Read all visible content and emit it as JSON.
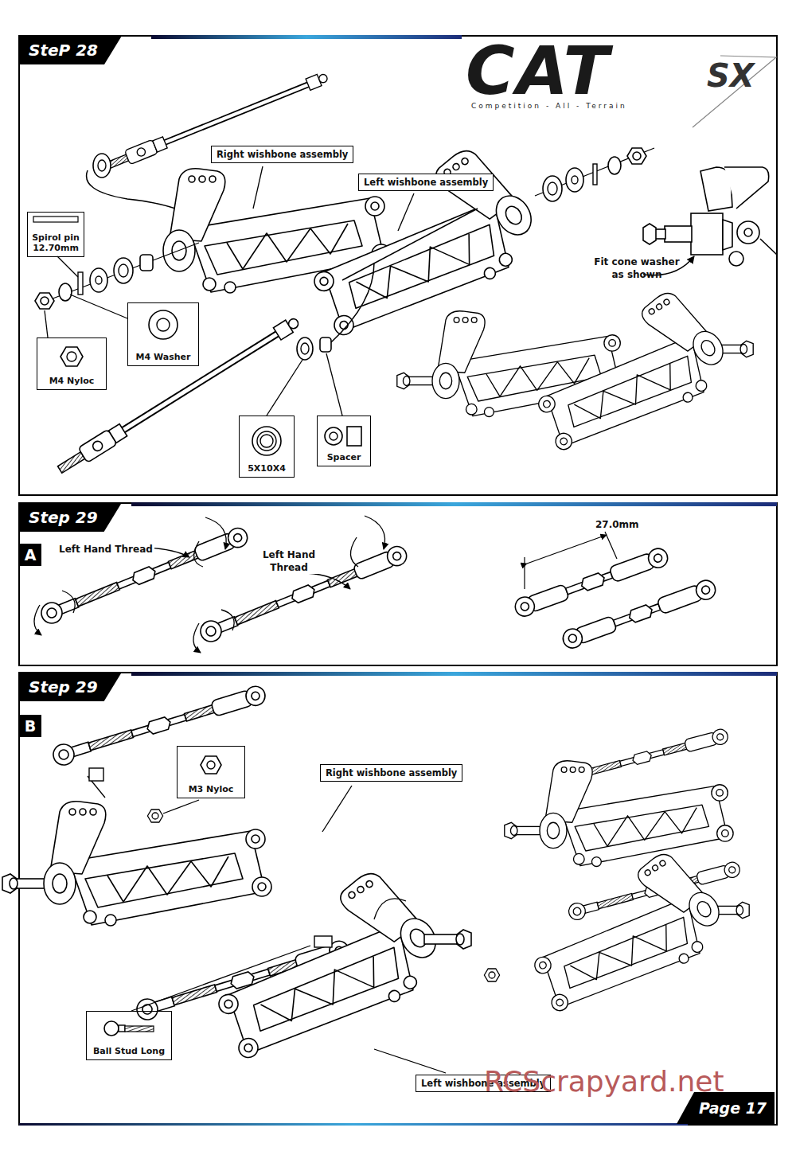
{
  "diagram": {
    "nodes": [
      {
        "text": [
          "SteP 28"
        ]
      },
      {
        "text": [
          "Right wishbone assembly"
        ]
      },
      {
        "text": [
          "Left wishbone assembly"
        ]
      },
      {
        "text": [
          "Spirol pin 12.70mm"
        ]
      },
      {
        "text": [
          "M4 Washer"
        ]
      },
      {
        "text": [
          "M4 Nyloc"
        ]
      },
      {
        "text": [
          "5X10X4"
        ]
      },
      {
        "text": [
          "Spacer"
        ]
      },
      {
        "text": [
          "Step 29"
        ]
      },
      {
        "text": [
          "A"
        ]
      },
      {
        "text": [
          "Step 29"
        ]
      },
      {
        "text": [
          "B"
        ]
      },
      {
        "text": [
          "M3 Nyloc"
        ]
      },
      {
        "text": [
          "Right wishbone assembly"
        ]
      },
      {
        "text": [
          "Ball Stud Long"
        ]
      },
      {
        "text": [
          "Left wishbone assembly"
        ]
      },
      {
        "text": [
          "Page 17"
        ]
      }
    ],
    "labels": [
      "CAT",
      "SX",
      "Competition - All - Terrain",
      "Fit cone washer as shown",
      "Left Hand Thread",
      "Left Hand Thread",
      "27.0mm",
      "RCScrapyard.net"
    ]
  }
}
